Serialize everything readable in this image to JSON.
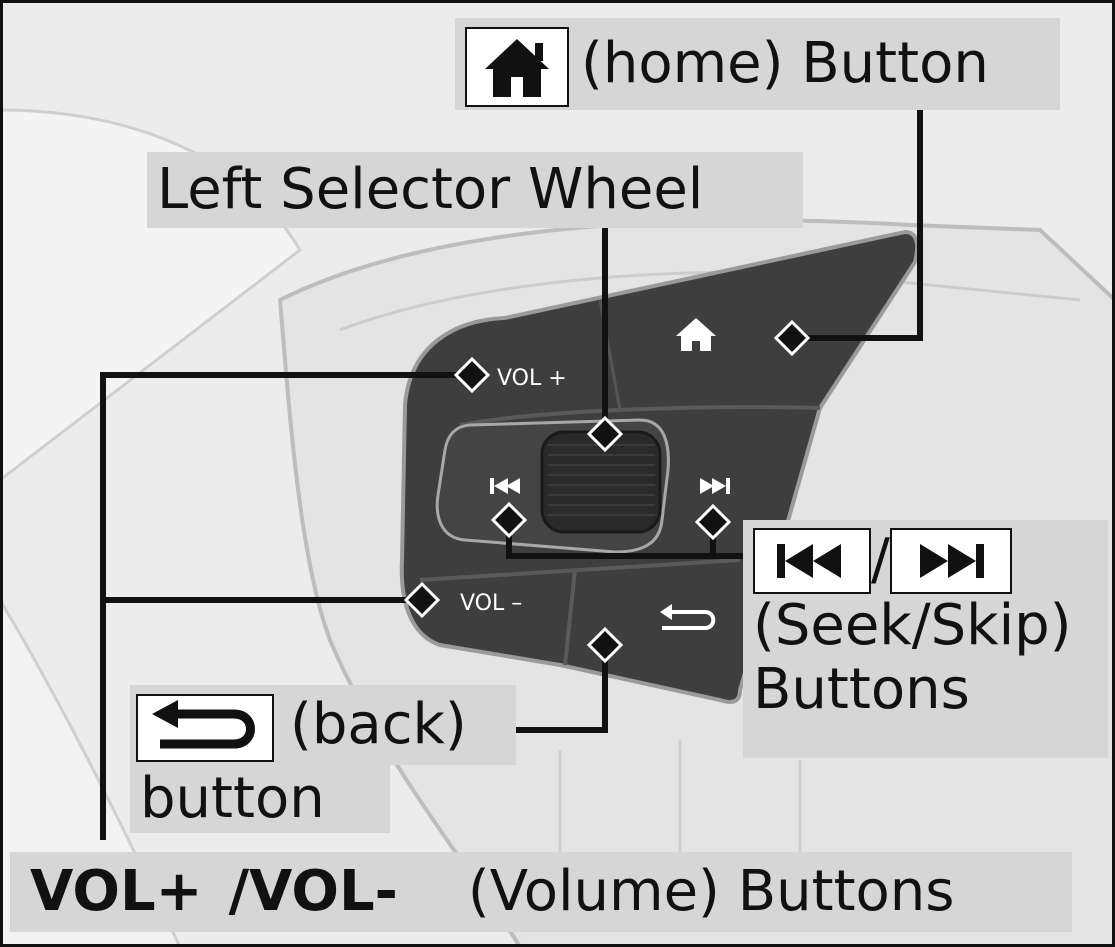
{
  "labels": {
    "home": "(home) Button",
    "left_selector_wheel": "Left Selector Wheel",
    "seek_skip_slash": "/",
    "seek_skip_line1": "(Seek/Skip)",
    "seek_skip_line2": "Buttons",
    "back_text": "(back)",
    "back_line2": "button",
    "vol_plus": "VOL+",
    "vol_slash": "/",
    "vol_minus": "VOL-",
    "volume_text": "(Volume) Buttons"
  },
  "panel_text": {
    "vol_plus": "VOL +",
    "vol_minus": "VOL –"
  },
  "icons": {
    "home": "home-icon",
    "back": "back-arrow-icon",
    "seek": "seek-back-icon",
    "skip": "skip-forward-icon"
  },
  "colors": {
    "label_bg": "#d6d6d6",
    "panel": "#3e3e3e",
    "background": "#eaeaea",
    "text": "#111111"
  }
}
